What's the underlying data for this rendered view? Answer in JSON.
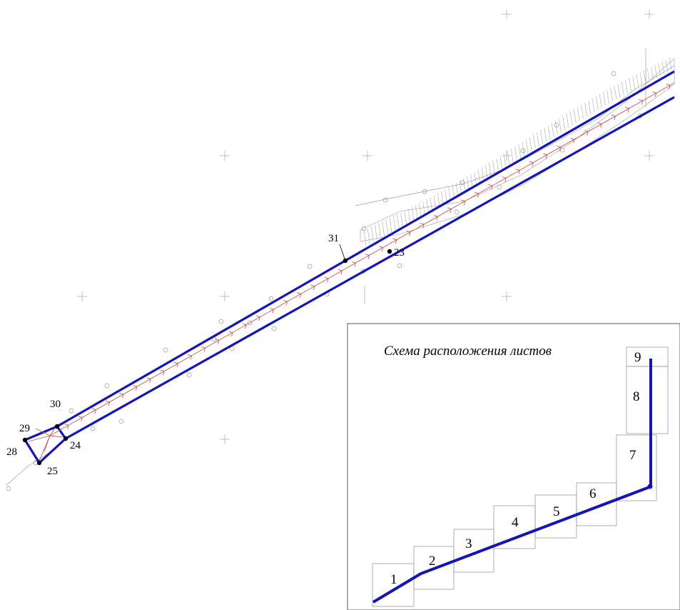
{
  "drawing": {
    "colors": {
      "pipeline": "#1515b5",
      "axis": "#c25a5a",
      "thin": "#8a8a8a",
      "point": "#000000"
    },
    "points": [
      {
        "label": "23"
      },
      {
        "label": "24"
      },
      {
        "label": "25"
      },
      {
        "label": "28"
      },
      {
        "label": "29"
      },
      {
        "label": "30"
      },
      {
        "label": "31"
      }
    ]
  },
  "sheet_layout": {
    "title": "Схема расположения листов",
    "sheets": [
      "1",
      "2",
      "3",
      "4",
      "5",
      "6",
      "7",
      "8",
      "9"
    ]
  }
}
